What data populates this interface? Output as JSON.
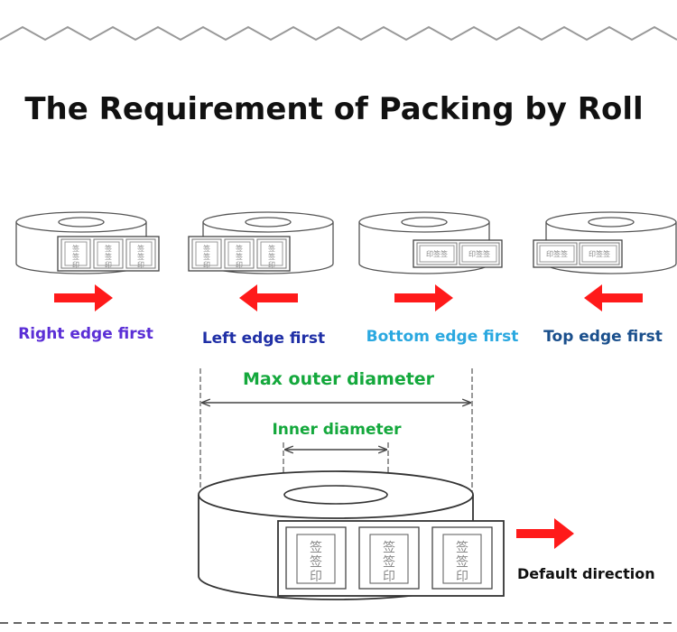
{
  "title": "The Requirement of Packing by Roll",
  "stamp_text": "签签印",
  "options": [
    {
      "label": "Right edge first",
      "color": "#5b2fd6",
      "arrow": "right",
      "label_style": "portrait"
    },
    {
      "label": "Left edge first",
      "color": "#1f2fa6",
      "arrow": "left",
      "label_style": "portrait"
    },
    {
      "label": "Bottom edge first",
      "color": "#2aa8e0",
      "arrow": "right",
      "label_style": "landscape"
    },
    {
      "label": "Top edge first",
      "color": "#1a4f8c",
      "arrow": "left",
      "label_style": "landscape"
    }
  ],
  "dimensions": {
    "max_outer": "Max outer diameter",
    "inner": "Inner diameter",
    "color": "#14a83c"
  },
  "default_direction": "Default direction",
  "arrow_color": "#ff1a1a"
}
